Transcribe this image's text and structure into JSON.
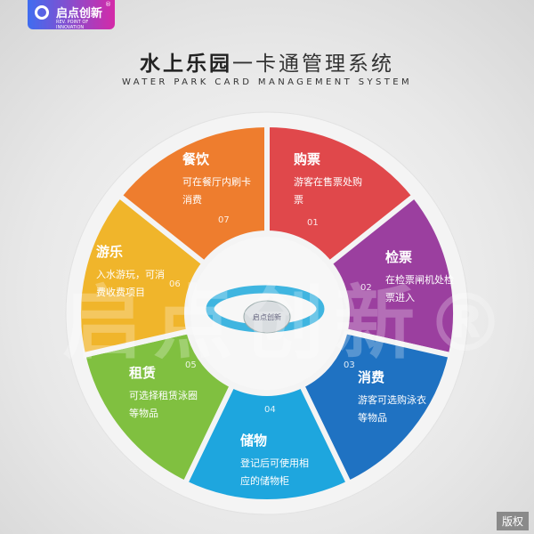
{
  "logo": {
    "name": "启点创新",
    "slogan": "REV. POINT OF INNOVATION",
    "reg": "®"
  },
  "header": {
    "title_bold": "水上乐园",
    "title_rest": "一卡通管理系统",
    "subtitle": "WATER PARK CARD MANAGEMENT SYSTEM"
  },
  "segments": [
    {
      "num": "01",
      "title": "购票",
      "desc": "游客在售票处购票",
      "color": "#e0484b"
    },
    {
      "num": "02",
      "title": "检票",
      "desc": "在检票闸机处检票进入",
      "color": "#9b3f9f"
    },
    {
      "num": "03",
      "title": "消费",
      "desc": "游客可选购泳衣等物品",
      "color": "#1f72c2"
    },
    {
      "num": "04",
      "title": "储物",
      "desc": "登记后可使用相应的储物柜",
      "color": "#1ea6de"
    },
    {
      "num": "05",
      "title": "租赁",
      "desc": "可选择租赁泳圈等物品",
      "color": "#80c040"
    },
    {
      "num": "06",
      "title": "游乐",
      "desc": "入水游玩，可消费收费项目",
      "color": "#f0b52b"
    },
    {
      "num": "07",
      "title": "餐饮",
      "desc": "可在餐厅内刷卡消费",
      "color": "#ee7d2e"
    }
  ],
  "watermark": "启点创新®",
  "copyright": "版权"
}
